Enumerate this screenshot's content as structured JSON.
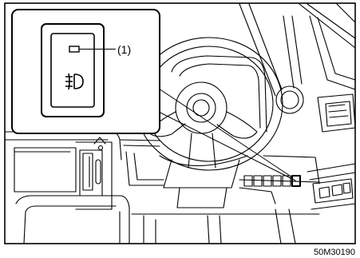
{
  "callout": {
    "label": "(1)"
  },
  "switch": {
    "indicator": "indicator-lamp",
    "icon": "rear-fog-light-icon"
  },
  "figure_code": "50M30190"
}
